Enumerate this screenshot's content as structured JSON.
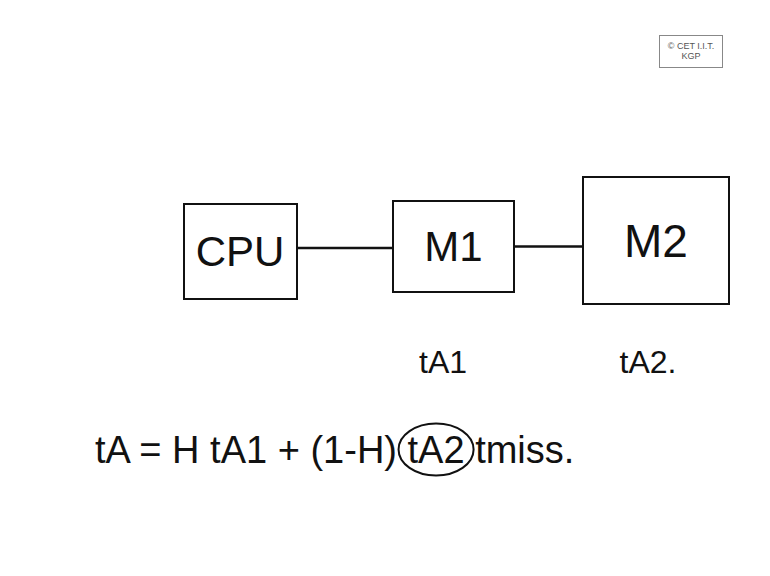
{
  "diagram": {
    "nodes": [
      {
        "text": [
          "© CET I.I.T. KGP"
        ]
      },
      {
        "text": [
          "CPU"
        ]
      },
      {
        "text": [
          "M1"
        ]
      },
      {
        "text": [
          "M2"
        ]
      }
    ],
    "edges": [
      {
        "from": 1,
        "to": 2,
        "arrow": "none"
      },
      {
        "from": 2,
        "to": 3,
        "arrow": "none"
      }
    ],
    "labels": [
      "tA1",
      "tA2.",
      "tA = H tA1 + (1-H) tA2 tmiss."
    ]
  }
}
